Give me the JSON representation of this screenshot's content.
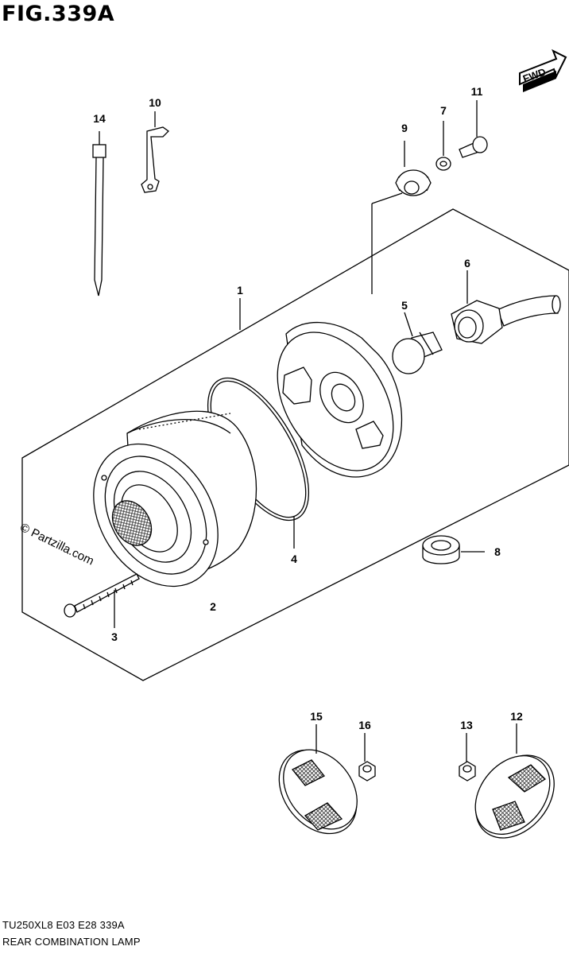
{
  "figure": {
    "title": "FIG.339A",
    "fwd_label": "FWD",
    "watermark": "© Partzilla.com",
    "model_line": "TU250XL8  E03  E28  339A",
    "name_line": "REAR COMBINATION LAMP"
  },
  "callouts": [
    {
      "id": "1",
      "label": "1"
    },
    {
      "id": "2",
      "label": "2"
    },
    {
      "id": "3",
      "label": "3"
    },
    {
      "id": "4",
      "label": "4"
    },
    {
      "id": "5",
      "label": "5"
    },
    {
      "id": "6",
      "label": "6"
    },
    {
      "id": "7",
      "label": "7"
    },
    {
      "id": "8",
      "label": "8"
    },
    {
      "id": "9",
      "label": "9"
    },
    {
      "id": "10",
      "label": "10"
    },
    {
      "id": "11",
      "label": "11"
    },
    {
      "id": "12",
      "label": "12"
    },
    {
      "id": "13",
      "label": "13"
    },
    {
      "id": "14",
      "label": "14"
    },
    {
      "id": "15",
      "label": "15"
    },
    {
      "id": "16",
      "label": "16"
    }
  ]
}
